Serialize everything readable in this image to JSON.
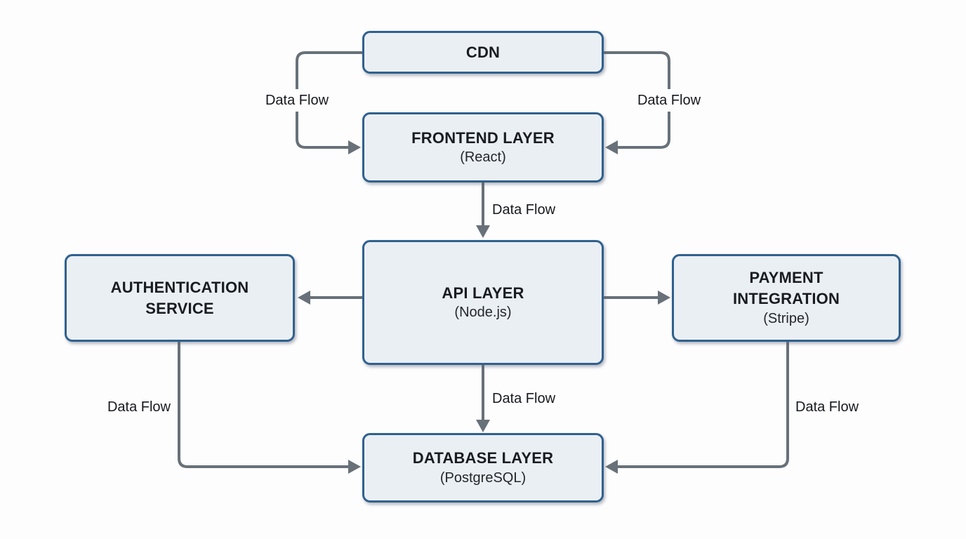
{
  "palette": {
    "background": "#fdfdfe",
    "node_fill": "#eaeff4",
    "node_border": "#30618f",
    "connector_gray": "#687179",
    "text_dark": "#191c20"
  },
  "diagram": {
    "type": "architecture-flow",
    "nodes": {
      "cdn": {
        "lines": [
          "CDN"
        ],
        "subtitle": ""
      },
      "frontend": {
        "lines": [
          "FRONTEND LAYER"
        ],
        "subtitle": "(React)"
      },
      "api": {
        "lines": [
          "API LAYER"
        ],
        "subtitle": "(Node.js)"
      },
      "auth": {
        "lines": [
          "AUTHENTICATION",
          "SERVICE"
        ],
        "subtitle": ""
      },
      "payment": {
        "lines": [
          "PAYMENT",
          "INTEGRATION"
        ],
        "subtitle": "(Stripe)"
      },
      "database": {
        "lines": [
          "DATABASE LAYER"
        ],
        "subtitle": "(PostgreSQL)"
      }
    },
    "edges": [
      {
        "id": "cdn-to-frontend-left",
        "from": "cdn",
        "to": "frontend",
        "label": "Data Flow"
      },
      {
        "id": "cdn-to-frontend-right",
        "from": "cdn",
        "to": "frontend",
        "label": "Data Flow"
      },
      {
        "id": "frontend-to-api",
        "from": "frontend",
        "to": "api",
        "label": "Data Flow"
      },
      {
        "id": "api-to-auth",
        "from": "api",
        "to": "auth",
        "label": ""
      },
      {
        "id": "api-to-payment",
        "from": "api",
        "to": "payment",
        "label": ""
      },
      {
        "id": "api-to-database",
        "from": "api",
        "to": "database",
        "label": "Data Flow"
      },
      {
        "id": "auth-to-database",
        "from": "auth",
        "to": "database",
        "label": "Data Flow"
      },
      {
        "id": "payment-to-database",
        "from": "payment",
        "to": "database",
        "label": "Data Flow"
      }
    ]
  }
}
